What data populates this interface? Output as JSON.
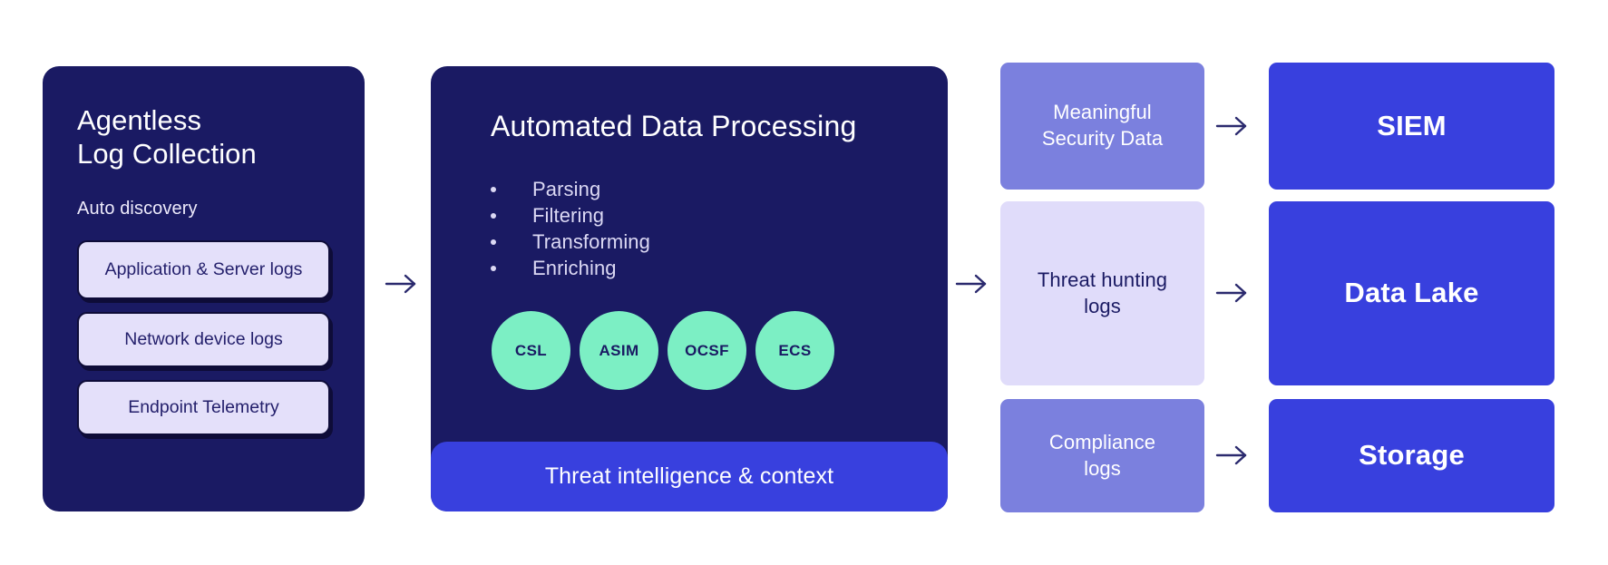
{
  "diagram": {
    "title": "Agentless log collection to automated data processing pipeline",
    "colors": {
      "navy_panel": "#1A1A63",
      "chip_fill": "#E4E0FA",
      "chip_border": "#0E0C38",
      "chip_text": "#231F6B",
      "mint_circle": "#7CEFC4",
      "bright_blue": "#3840DE",
      "periwinkle": "#7B80DE",
      "pale_lavender": "#E0DCFA",
      "arrow": "#2B2A6E",
      "background": "#FFFFFF"
    }
  },
  "collection_panel": {
    "title": "Agentless\nLog Collection",
    "subtitle": "Auto discovery",
    "chips": [
      {
        "label": "Application & Server\nlogs"
      },
      {
        "label": "Network device logs"
      },
      {
        "label": "Endpoint Telemetry"
      }
    ]
  },
  "processing_panel": {
    "title": "Automated Data Processing",
    "steps": [
      "Parsing",
      "Filtering",
      "Transforming",
      "Enriching"
    ],
    "formats": [
      "CSL",
      "ASIM",
      "OCSF",
      "ECS"
    ],
    "footer_bar": "Threat intelligence & context"
  },
  "outputs": {
    "rows": [
      {
        "data_label": "Meaningful\nSecurity Data",
        "destination": "SIEM",
        "shade": "dark"
      },
      {
        "data_label": "Threat hunting\nlogs",
        "destination": "Data Lake",
        "shade": "light"
      },
      {
        "data_label": "Compliance\nlogs",
        "destination": "Storage",
        "shade": "dark"
      }
    ]
  },
  "arrows": {
    "icon": "arrow-right-icon",
    "count": 5
  }
}
